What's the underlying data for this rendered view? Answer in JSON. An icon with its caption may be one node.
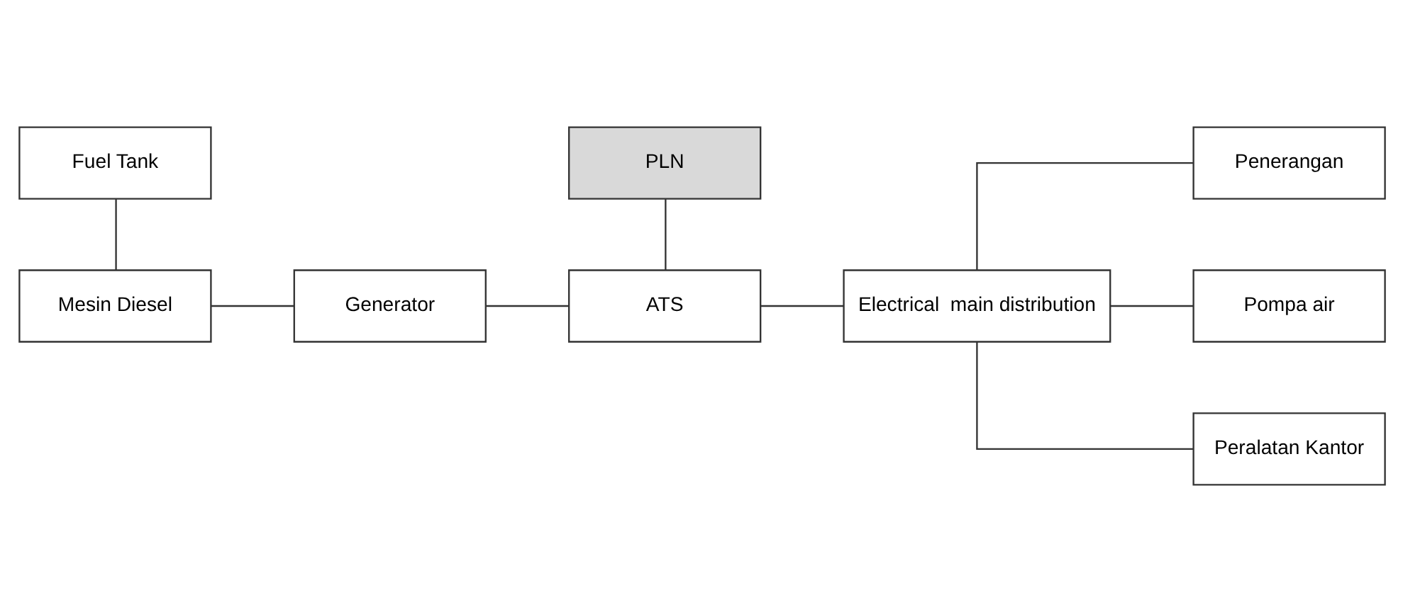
{
  "diagram": {
    "nodes": [
      {
        "text": [
          "Fuel Tank"
        ]
      },
      {
        "text": [
          "Mesin Diesel"
        ]
      },
      {
        "text": [
          "Generator"
        ]
      },
      {
        "text": [
          "PLN"
        ]
      },
      {
        "text": [
          "ATS"
        ]
      },
      {
        "text": [
          "Electrical  main distribution"
        ]
      },
      {
        "text": [
          "Penerangan"
        ]
      },
      {
        "text": [
          "Pompa air"
        ]
      },
      {
        "text": [
          "Peralatan Kantor"
        ]
      }
    ],
    "edges": [
      {
        "from": 0,
        "to": 1,
        "arrow": "none"
      },
      {
        "from": 1,
        "to": 2,
        "arrow": "none"
      },
      {
        "from": 2,
        "to": 4,
        "arrow": "none"
      },
      {
        "from": 3,
        "to": 4,
        "arrow": "none"
      },
      {
        "from": 4,
        "to": 5,
        "arrow": "none"
      },
      {
        "from": 5,
        "to": 6,
        "arrow": "none"
      },
      {
        "from": 5,
        "to": 7,
        "arrow": "none"
      },
      {
        "from": 5,
        "to": 8,
        "arrow": "none"
      }
    ]
  }
}
